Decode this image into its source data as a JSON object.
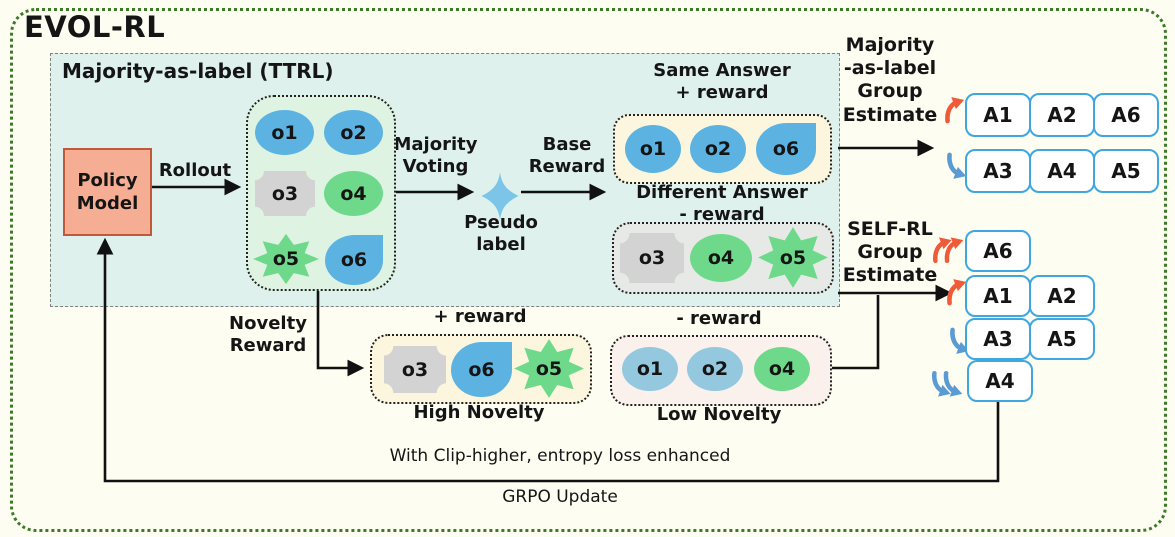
{
  "title": "EVOL-RL",
  "colors": {
    "outer_border": "#3c7a28",
    "ttrl_bg": "#def1ec",
    "rollout_bg": "#dff3e2",
    "cream_bg": "#fbf6dd",
    "gray_bg": "#e7e9e7",
    "pink_bg": "#faf1ed",
    "blue": "#5cb3e2",
    "muted_blue": "#94c8de",
    "green": "#6fd98b",
    "gray": "#d3d3d3",
    "policy_fill": "#f5ae93",
    "policy_border": "#c2583a",
    "answer_border": "#3fa7e0",
    "up_arrow": "#ef5a38",
    "down_arrow": "#5b9bd3",
    "sparkle": "#7cc5e9",
    "line": "#111111"
  },
  "ttrl": {
    "label": "Majority-as-label (TTRL)"
  },
  "policy": {
    "label": "Policy\nModel"
  },
  "flow_labels": {
    "rollout": "Rollout",
    "majority_voting": "Majority\nVoting",
    "pseudo_label": "Pseudo\nlabel",
    "base_reward": "Base\nReward",
    "novelty_reward": "Novelty\nReward",
    "clip_higher": "With Clip-higher, entropy loss enhanced",
    "grpo_update": "GRPO Update"
  },
  "rollout_group": {
    "items": [
      {
        "label": "o1",
        "shape": "ellipse",
        "color": "blue"
      },
      {
        "label": "o2",
        "shape": "ellipse",
        "color": "blue"
      },
      {
        "label": "o3",
        "shape": "ticket",
        "color": "gray"
      },
      {
        "label": "o4",
        "shape": "ellipse",
        "color": "green"
      },
      {
        "label": "o5",
        "shape": "star",
        "color": "green"
      },
      {
        "label": "o6",
        "shape": "drop",
        "color": "blue"
      }
    ]
  },
  "same_answer_group": {
    "caption": "Same Answer\n+ reward",
    "items": [
      {
        "label": "o1",
        "shape": "ellipse",
        "color": "blue"
      },
      {
        "label": "o2",
        "shape": "ellipse",
        "color": "blue"
      },
      {
        "label": "o6",
        "shape": "drop",
        "color": "blue"
      }
    ]
  },
  "different_answer_group": {
    "caption": "Different Answer\n- reward",
    "items": [
      {
        "label": "o3",
        "shape": "ticket",
        "color": "gray"
      },
      {
        "label": "o4",
        "shape": "ellipse",
        "color": "green"
      },
      {
        "label": "o5",
        "shape": "star",
        "color": "green"
      }
    ]
  },
  "high_novelty_group": {
    "reward_caption": "+ reward",
    "caption": "High Novelty",
    "items": [
      {
        "label": "o3",
        "shape": "ticket",
        "color": "gray"
      },
      {
        "label": "o6",
        "shape": "drop",
        "color": "blue"
      },
      {
        "label": "o5",
        "shape": "star",
        "color": "green"
      }
    ]
  },
  "low_novelty_group": {
    "reward_caption": "- reward",
    "caption": "Low Novelty",
    "items": [
      {
        "label": "o1",
        "shape": "ellipse",
        "color": "muted_blue"
      },
      {
        "label": "o2",
        "shape": "ellipse",
        "color": "muted_blue"
      },
      {
        "label": "o4",
        "shape": "ellipse",
        "color": "green"
      }
    ]
  },
  "majority_estimate": {
    "label": "Majority\n-as-label\nGroup\nEstimate",
    "rows": [
      {
        "direction": "up",
        "answers": [
          "A1",
          "A2",
          "A6"
        ]
      },
      {
        "direction": "down",
        "answers": [
          "A3",
          "A4",
          "A5"
        ]
      }
    ]
  },
  "selfrl_estimate": {
    "label": "SELF-RL\nGroup\nEstimate",
    "rows": [
      {
        "direction": "up-double",
        "answers": [
          "A6"
        ]
      },
      {
        "direction": "up",
        "answers": [
          "A1",
          "A2"
        ]
      },
      {
        "direction": "down",
        "answers": [
          "A3",
          "A5"
        ]
      },
      {
        "direction": "down-double",
        "answers": [
          "A4"
        ]
      }
    ]
  }
}
